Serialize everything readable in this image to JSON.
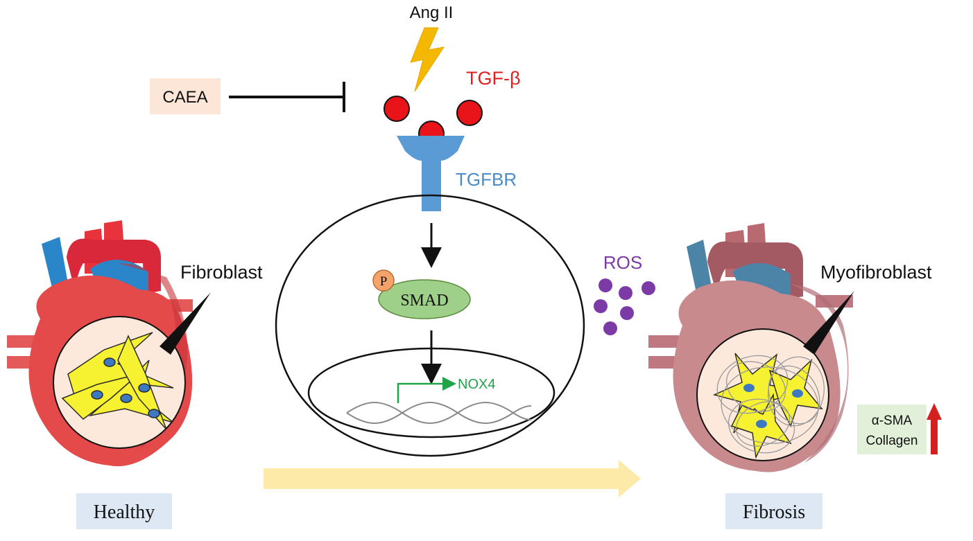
{
  "labels": {
    "ang2": "Ang II",
    "tgfb": "TGF-β",
    "caea": "CAEA",
    "tgfbr": "TGFBR",
    "phos": "P",
    "smad": "SMAD",
    "nox4": "NOX4",
    "ros": "ROS",
    "fibroblast": "Fibroblast",
    "myofibroblast": "Myofibroblast",
    "asma": "α-SMA",
    "collagen": "Collagen",
    "healthy": "Healthy",
    "fibrosis": "Fibrosis"
  },
  "colors": {
    "tgfb": "#e0201e",
    "receptor": "#5b9bd5",
    "bolt": "#f5b800",
    "ros": "#7b3aa6",
    "nox4": "#21a34a",
    "smad": "#9fd08a",
    "phos": "#f4a46a",
    "caea_box": "#fbe6d8",
    "state_box": "#dde8f4",
    "marker_box": "#e2efd9",
    "transition_arrow": "#fde9a8",
    "up_arrow": "#d32020",
    "cell_yellow": "#f7f231",
    "nucleus": "#3d79c0"
  },
  "icons": [
    "lightning-icon",
    "heart-healthy-icon",
    "heart-fibrotic-icon",
    "inhibition-icon",
    "up-arrow-icon"
  ]
}
